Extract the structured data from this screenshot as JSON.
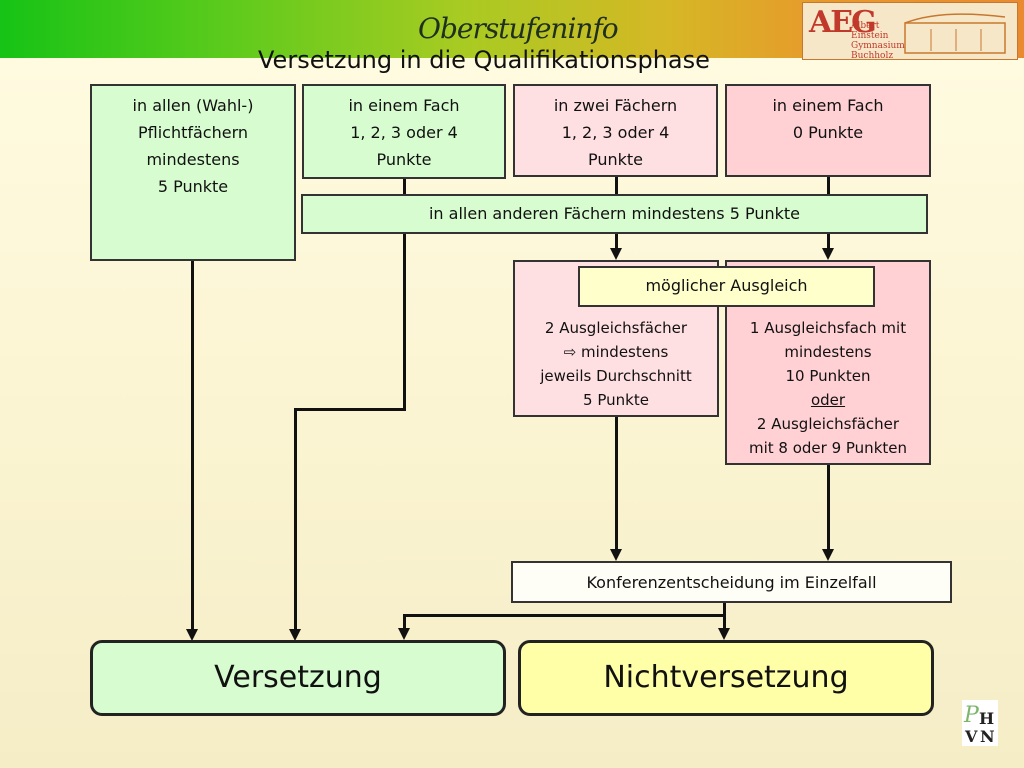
{
  "header": {
    "title": "Oberstufeninfo",
    "subtitle": "Versetzung in die Qualifikationsphase",
    "logo_text": "AEG",
    "logo_lines": [
      "Albert",
      "Einstein",
      "Gymnasium",
      "Buchholz"
    ]
  },
  "boxes": {
    "all_subjects": [
      "in allen (Wahl-)",
      "Pflichtfächern",
      "mindestens",
      "5 Punkte"
    ],
    "one_subject_1to4": [
      "in einem Fach",
      "1, 2, 3 oder 4",
      "Punkte"
    ],
    "two_subjects_1to4": [
      "in zwei Fächern",
      "1, 2, 3 oder 4",
      "Punkte"
    ],
    "one_subject_0": [
      "in einem Fach",
      "0 Punkte"
    ],
    "all_other": "in allen anderen Fächern mindestens 5 Punkte",
    "possible_compensation": "möglicher Ausgleich",
    "compensation_two": [
      "2 Ausgleichsfächer",
      "⇨  mindestens",
      "jeweils Durchschnitt",
      "5 Punkte"
    ],
    "compensation_one": [
      "1 Ausgleichsfach mit",
      "mindestens",
      "10 Punkten",
      "oder",
      "2 Ausgleichsfächer",
      "mit 8 oder 9 Punkten"
    ],
    "conference": "Konferenzentscheidung im Einzelfall"
  },
  "results": {
    "promotion": "Versetzung",
    "no_promotion": "Nichtversetzung"
  },
  "footer_logo": "PHVN",
  "colors": {
    "green_box": "#D6FCD0",
    "pink_box": "#FFE0E2",
    "rose_box": "#FFD0D4",
    "cream_box": "#FFFFCC"
  }
}
